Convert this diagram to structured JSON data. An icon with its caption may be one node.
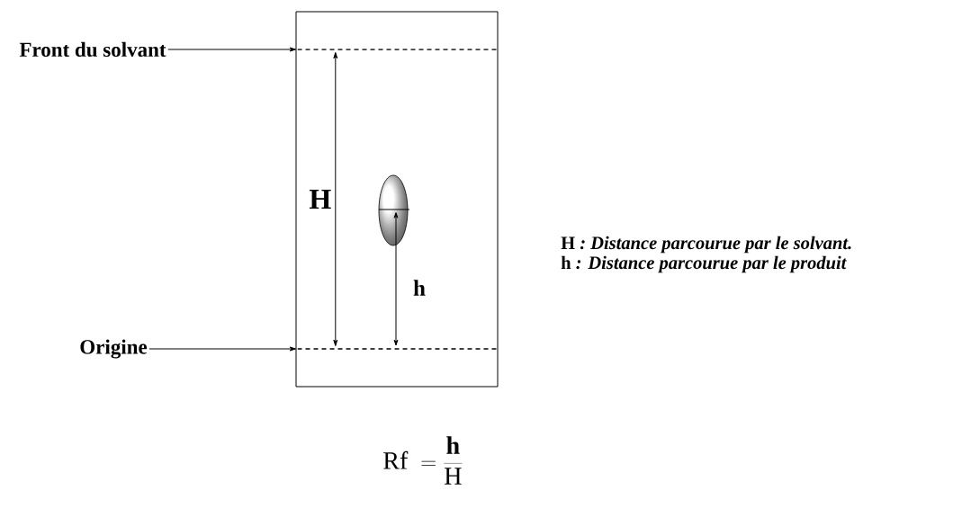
{
  "diagram": {
    "nodes": [
      {
        "text": [],
        "shape": "box"
      },
      {
        "text": [
          "Front du solvant"
        ]
      },
      {
        "text": [
          "Origine"
        ]
      },
      {
        "text": [],
        "shape": "line",
        "in": 0
      },
      {
        "text": [],
        "shape": "line",
        "in": 0
      }
    ],
    "edges": [
      {
        "from": 1,
        "to": 3,
        "arrow": "to"
      },
      {
        "from": 2,
        "to": 4,
        "arrow": "to"
      },
      {
        "from": 3,
        "to": 4,
        "arrow": "both",
        "label": "H"
      }
    ],
    "labels": [
      "h",
      "H *: Distance parcourue par le solvant.*",
      "h *:  Distance parcourue par  le produit*",
      "\\mathrm{Rf}\\ =\\frac{\\mathbf{h}}{\\mathrm{H}}"
    ]
  }
}
